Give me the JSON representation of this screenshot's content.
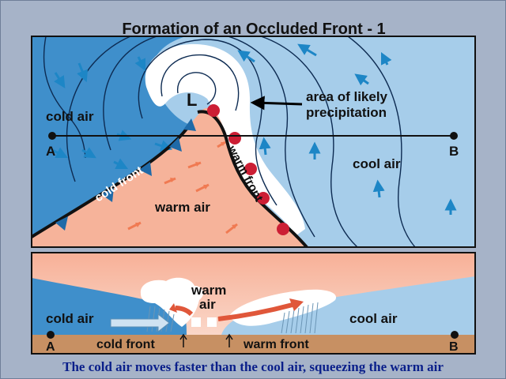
{
  "title": "Formation of an Occluded Front - 1",
  "top_map": {
    "low_label": "L",
    "precip_label_line1": "area of likely",
    "precip_label_line2": "precipitation",
    "cold_air": "cold air",
    "warm_air": "warm air",
    "cool_air": "cool air",
    "cold_front": "cold front",
    "warm_front": "warm front",
    "point_a": "A",
    "point_b": "B"
  },
  "cross_section": {
    "warm_air_line1": "warm",
    "warm_air_line2": "air",
    "cold_air": "cold air",
    "cool_air": "cool air",
    "cold_front": "cold front",
    "warm_front": "warm front",
    "point_a": "A",
    "point_b": "B"
  },
  "caption": "The cold air moves faster than the cool air, squeezing the warm air",
  "colors": {
    "cold_air": "#3f8fcb",
    "cool_air": "#a6cdea",
    "warm_air": "#f6b39a",
    "cloud": "#ffffff",
    "cold_front_triangles": "#1f6aa8",
    "warm_front_semicircles": "#cc1e34",
    "ground": "#c79063",
    "caption_text": "#0a1f8a"
  }
}
